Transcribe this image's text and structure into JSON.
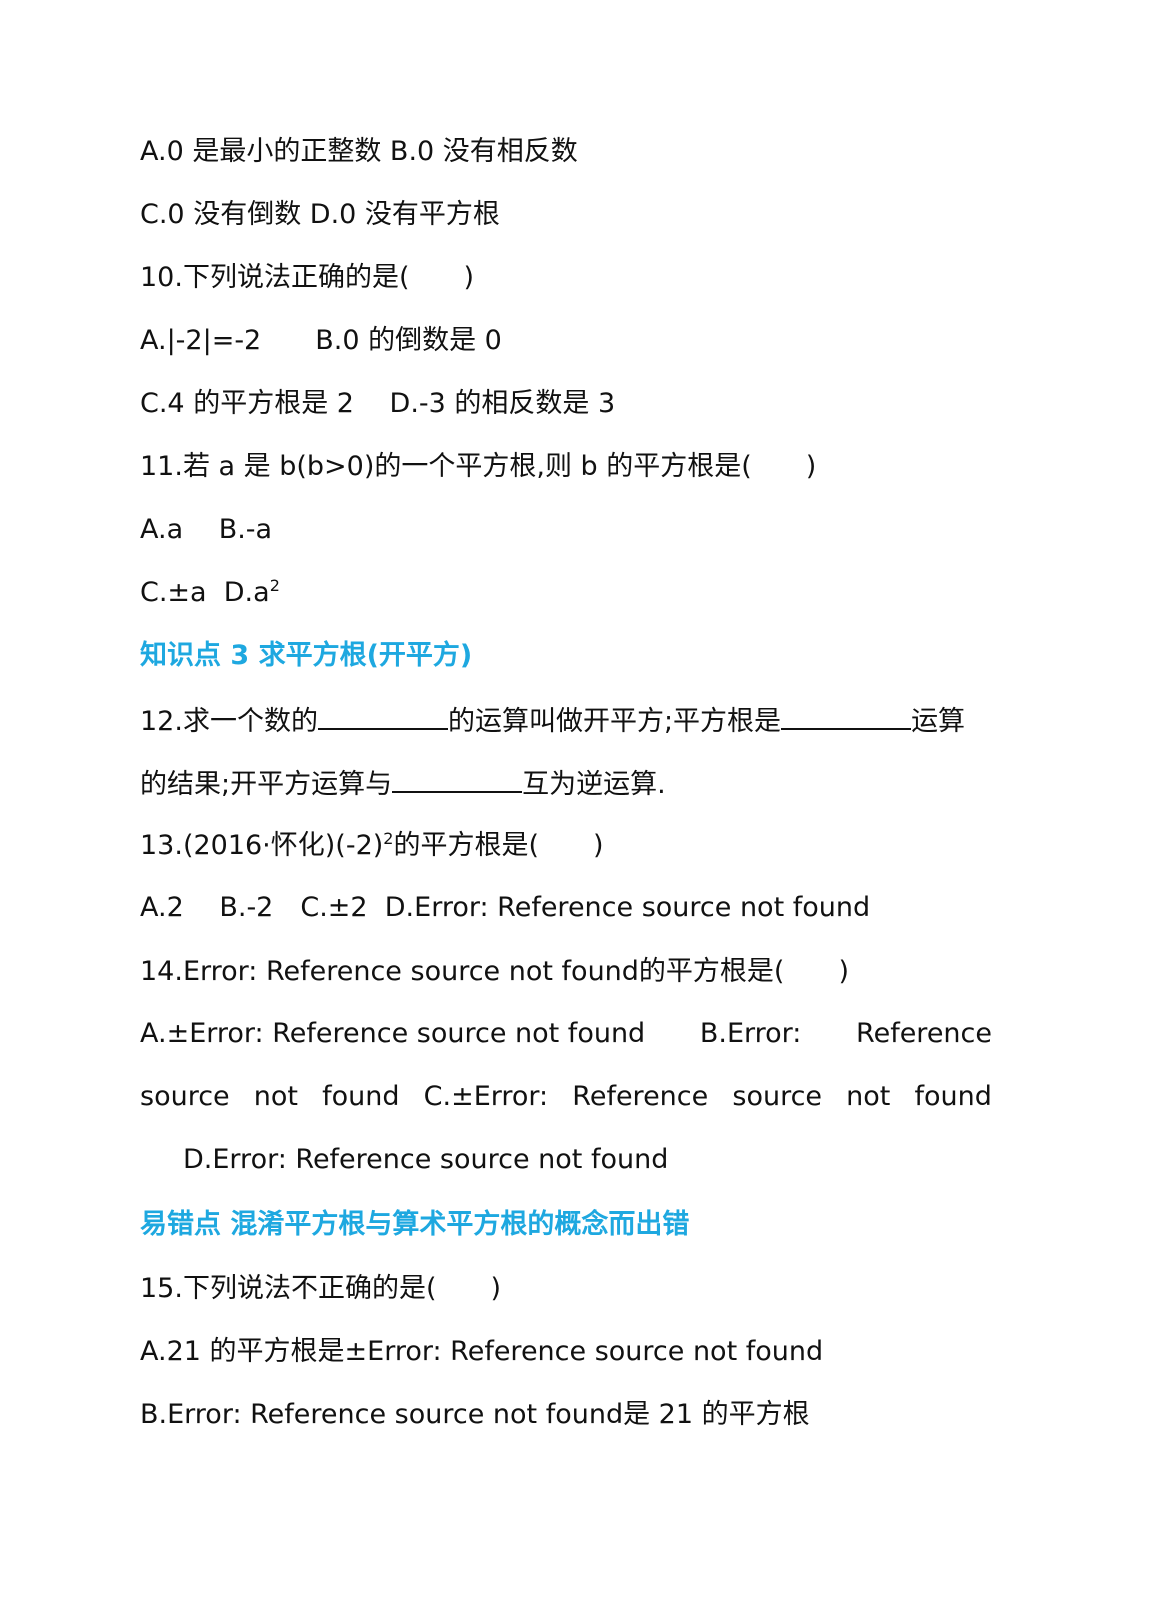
{
  "lines": {
    "q9_ab": "A.0 是最小的正整数 B.0 没有相反数",
    "q9_cd": "C.0 没有倒数 D.0 没有平方根",
    "q10": "10.下列说法正确的是(　　)",
    "q10_ab": "A.|-2|=-2　　B.0 的倒数是 0",
    "q10_cd": "C.4 的平方根是 2　 D.-3 的相反数是 3",
    "q11": "11.若 a 是 b(b>0)的一个平方根,则 b 的平方根是(　　)",
    "q11_ab": "A.a　 B.-a",
    "q11_c": "C.±a  D.a",
    "q11_d_exp": "2",
    "heading3": "知识点 3 求平方根(开平方)",
    "q12_a": "12.求一个数的",
    "q12_b": "的运算叫做开平方;平方根是",
    "q12_c": "运算",
    "q12_d": "的结果;开平方运算与",
    "q12_e": "互为逆运算.",
    "q13_a": "13.(2016·怀化)(-2)",
    "q13_exp": "2",
    "q13_b": "的平方根是(　　)",
    "q13_opts": "A.2　 B.-2　C.±2  D.Error: Reference source not found",
    "q14": "14.Error: Reference source not found的平方根是(　　)",
    "q14_l1_a": "A.±Error: Reference source not found",
    "q14_l1_b": "B.Error:",
    "q14_l1_c": "Reference",
    "q14_l2_a": "source",
    "q14_l2_b": "not",
    "q14_l2_c": "found",
    "q14_l2_d": "C.±Error:",
    "q14_l2_e": "Reference",
    "q14_l2_f": "source",
    "q14_l2_g": "not",
    "q14_l2_h": "found",
    "q14_l3": "D.Error: Reference source not found",
    "heading_err": "易错点 混淆平方根与算术平方根的概念而出错",
    "q15": "15.下列说法不正确的是(　　)",
    "q15_a": "A.21 的平方根是±Error: Reference source not found",
    "q15_b": "B.Error: Reference source not found是 21 的平方根"
  },
  "colors": {
    "heading": "#1ea8e0",
    "text": "#111111"
  }
}
